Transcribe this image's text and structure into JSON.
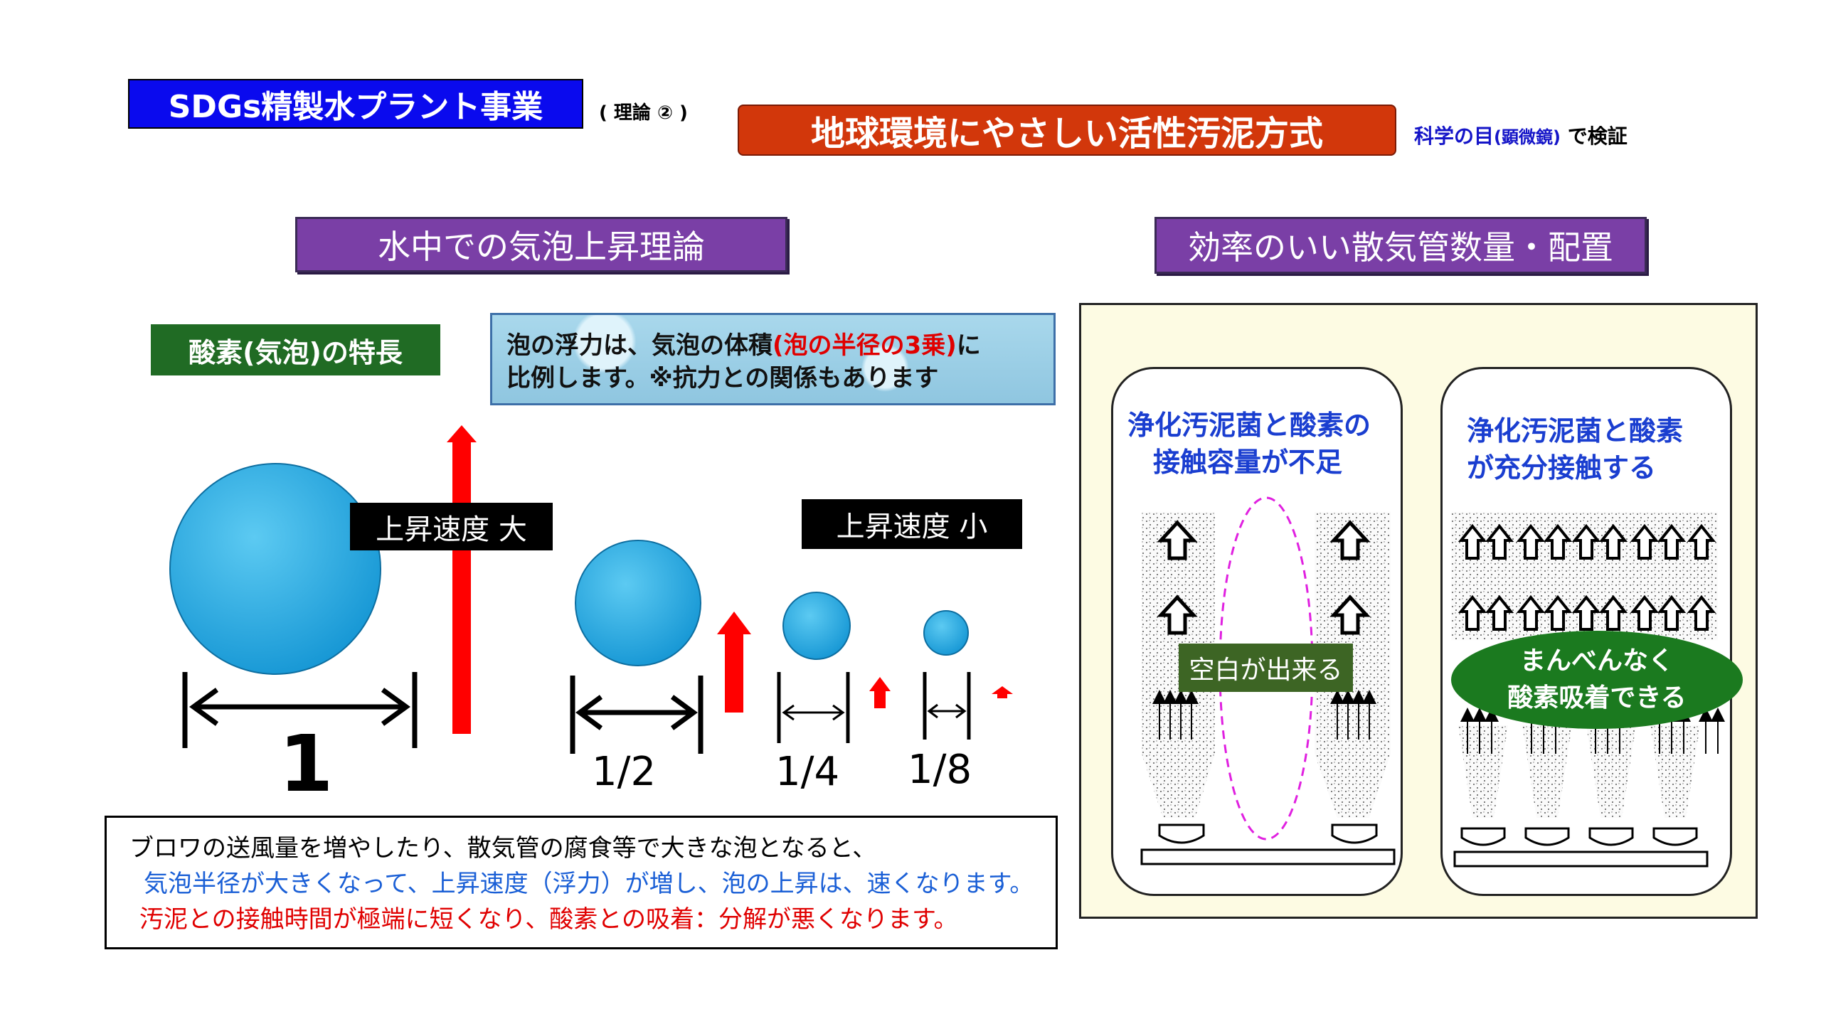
{
  "header": {
    "title": "SDGs精製水プラント事業",
    "theory_label": "( 理論 ② )",
    "headline": "地球環境にやさしい活性汚泥方式",
    "science_main": "科学の目",
    "science_paren": "(顕微鏡)",
    "science_tail": " で検証"
  },
  "left": {
    "heading": "水中での気泡上昇理論",
    "oxygen_label": "酸素(気泡)の特長",
    "buoyancy_pre": "泡の浮力は、気泡の体積",
    "buoyancy_red": "(泡の半径の3乗)",
    "buoyancy_post": "に",
    "buoyancy_line2": "比例します。※抗力との関係もあります",
    "speed_large": "上昇速度 大",
    "speed_small": "上昇速度 小",
    "dims": [
      "1",
      "1/2",
      "1/4",
      "1/8"
    ],
    "bubble_sizes": [
      1,
      0.5,
      0.25,
      0.125
    ],
    "bubble_color": "#1ea8e0",
    "arrow_color": "#ff0000"
  },
  "note": {
    "line1": "ブロワの送風量を増やしたり、散気管の腐食等で大きな泡となると、",
    "line2": "気泡半径が大きくなって、上昇速度（浮力）が増し、泡の上昇は、速くなります。",
    "line3": "汚泥との接触時間が極端に短くなり、酸素との吸着：分解が悪くなります。"
  },
  "right": {
    "heading": "効率のいい散気管数量・配置",
    "tank_a_line1": "浄化汚泥菌と酸素の",
    "tank_a_line2": "接触容量が不足",
    "gap_label": "空白が出来る",
    "tank_b_line1": "浄化汚泥菌と酸素",
    "tank_b_line2": "が充分接触する",
    "even_line1": "まんべんなく",
    "even_line2": "酸素吸着できる"
  }
}
